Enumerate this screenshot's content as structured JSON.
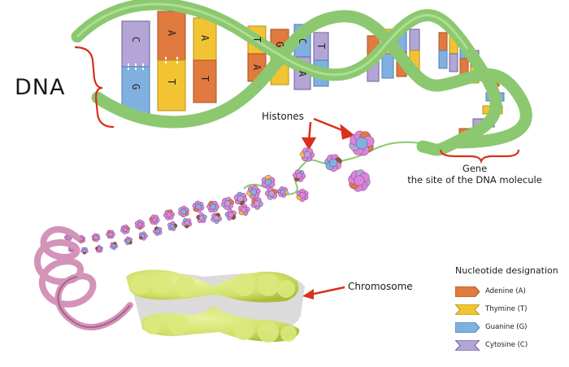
{
  "labels": {
    "dna": "DNA",
    "histones": "Histones",
    "chromosome": "Chromosome",
    "gene_line1": "Gene",
    "gene_line2": "the site of the DNA molecule"
  },
  "legend": {
    "title": "Nucleotide designation",
    "items": [
      {
        "label": "Adenine (A)",
        "color": "#e07a3f",
        "icon": "adenine-arrow-icon"
      },
      {
        "label": "Thymine (T)",
        "color": "#f2c433",
        "icon": "thymine-arrow-icon"
      },
      {
        "label": "Guanine (G)",
        "color": "#7fb0e0",
        "icon": "guanine-arrow-icon"
      },
      {
        "label": "Cytosine (C)",
        "color": "#b3a6d6",
        "icon": "cytosine-arrow-icon"
      }
    ]
  },
  "base_letters": [
    "C",
    "G",
    "A",
    "T",
    "A",
    "T",
    "T",
    "A",
    "G",
    "C",
    "A",
    "T"
  ],
  "colors": {
    "backbone": "#8cc870",
    "annotation": "#d9301c",
    "histone": "#d985d9",
    "chromosome": "#cfe066",
    "coil": "#d493b8"
  }
}
